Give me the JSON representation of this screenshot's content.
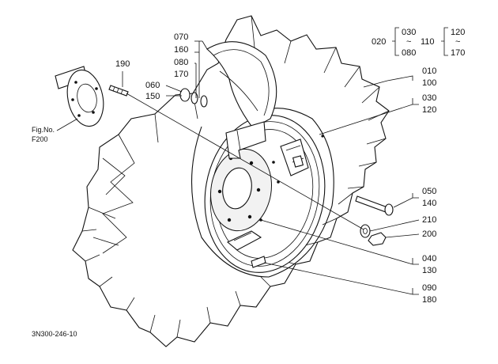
{
  "diagram": {
    "drawing_code": "3N300-246-10",
    "fig_ref": {
      "line1": "Fig.No.",
      "line2": "F200"
    },
    "labels": {
      "p070": "070",
      "p160": "160",
      "p080": "080",
      "p170": "170",
      "p060": "060",
      "p150": "150",
      "p190": "190",
      "p010": "010",
      "p100": "100",
      "p030": "030",
      "p120": "120",
      "p050": "050",
      "p140": "140",
      "p210": "210",
      "p200": "200",
      "p040": "040",
      "p130": "130",
      "p090": "090",
      "p180": "180"
    },
    "legend": {
      "g1_key": "020",
      "g1_top": "030",
      "g1_tilde": "~",
      "g1_bottom": "080",
      "g2_key": "110",
      "g2_top": "120",
      "g2_tilde": "~",
      "g2_bottom": "170"
    }
  }
}
